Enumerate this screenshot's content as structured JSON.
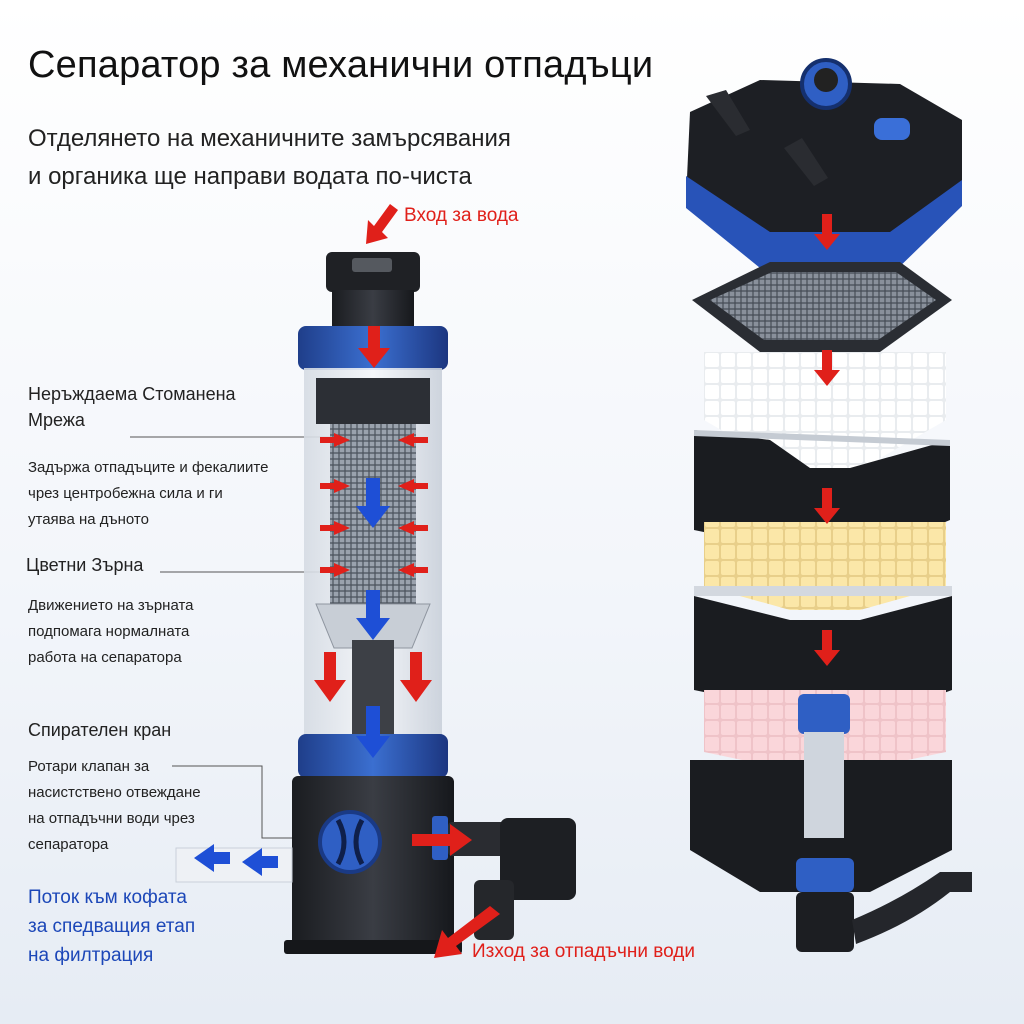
{
  "title": "Сепаратор за механични отпадъци",
  "subtitle": {
    "line1": "Отделянето на механичните замърсявания",
    "line2": "и органика ще направи водата по-чиста"
  },
  "labels": {
    "water_inlet": "Вход за вода",
    "mesh_title_1": "Неръждаема Стоманена",
    "mesh_title_2": "Мрежа",
    "mesh_desc_1": "Задържа отпадъците и фекалиите",
    "mesh_desc_2": "чрез центробежна сила и ги",
    "mesh_desc_3": "утаява на дъното",
    "grains_title": "Цветни Зърна",
    "grains_desc_1": "Движениeто на зърната",
    "grains_desc_2": "подпомага нормалната",
    "grains_desc_3": "работа на сепаратора",
    "valve_title": "Спирателен кран",
    "valve_desc_1": "Ротари клапан за",
    "valve_desc_2": "насистствено отвеждане",
    "valve_desc_3": "на отпадъчни води чрез",
    "valve_desc_4": "сепаратора",
    "flow_1": "Поток към кофата",
    "flow_2": "за спедващия етап",
    "flow_3": "на филтрация",
    "waste_outlet": "Изход за отпадъчни  води"
  },
  "colors": {
    "accent_red": "#e0201a",
    "accent_blue": "#1c47b8",
    "flow_blue": "#1e4fd6"
  }
}
